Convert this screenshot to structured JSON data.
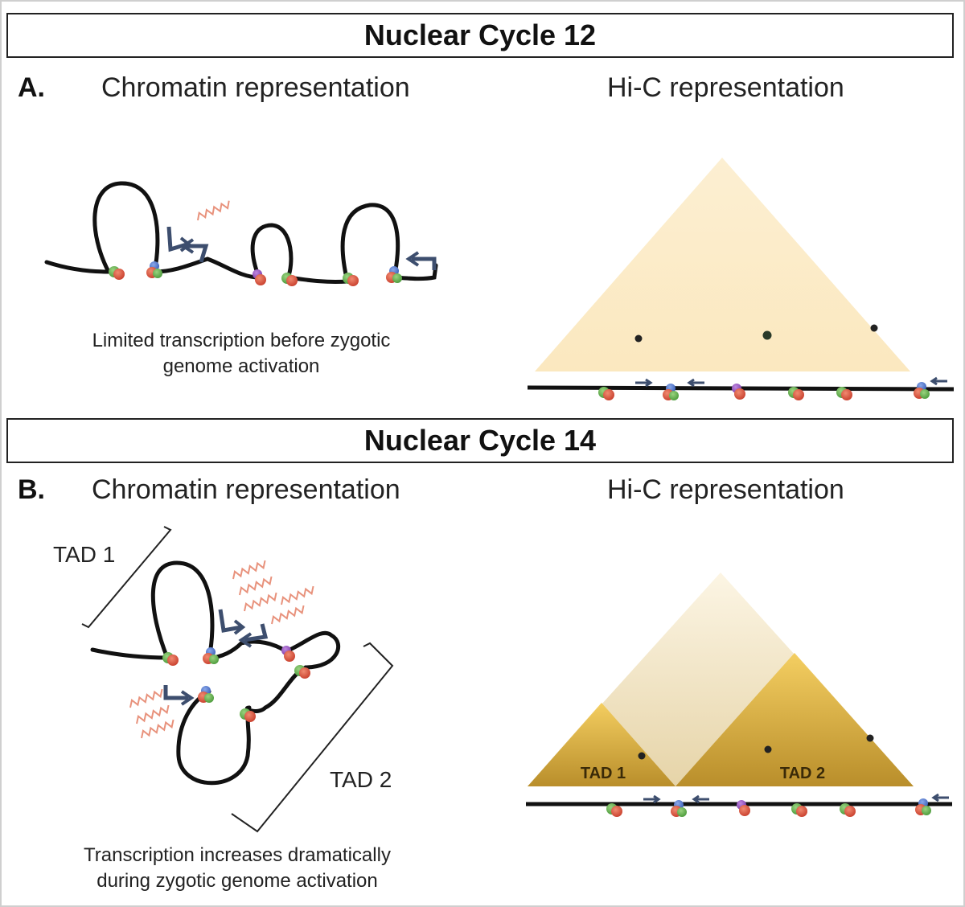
{
  "panel_a": {
    "section_title": "Nuclear Cycle 12",
    "letter": "A.",
    "chromatin_heading": "Chromatin representation",
    "hic_heading": "Hi-C representation",
    "caption_line1": "Limited transcription before zygotic",
    "caption_line2": "genome activation"
  },
  "panel_b": {
    "section_title": "Nuclear Cycle 14",
    "letter": "B.",
    "chromatin_heading": "Chromatin representation",
    "hic_heading": "Hi-C representation",
    "tad1_label": "TAD 1",
    "tad2_label": "TAD 2",
    "hic_tad1_label": "TAD 1",
    "hic_tad2_label": "TAD 2",
    "caption_line1": "Transcription increases dramatically",
    "caption_line2": "during zygotic genome activation"
  },
  "colors": {
    "chromatin": "#111111",
    "rna_wave": "#e8927c",
    "promoter_arrow": "#3d4e6e",
    "protein_red": "#d9503c",
    "protein_green": "#5fae4e",
    "protein_blue": "#4a73c9",
    "protein_purple": "#9050b8",
    "hic_light": "#fdefd0",
    "hic_tad": "#e8b640"
  }
}
